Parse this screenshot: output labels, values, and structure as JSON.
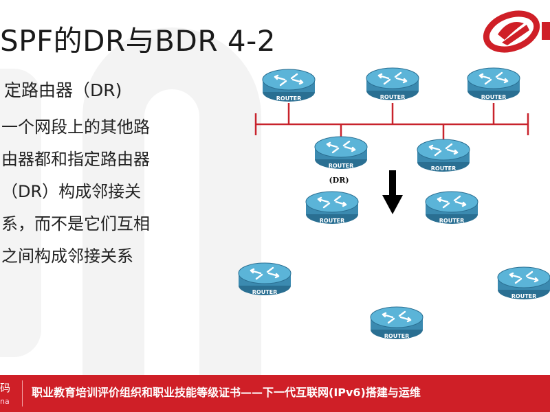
{
  "slide": {
    "title": "SPF的DR与BDR 4-2",
    "subhead": "定路由器（DR)",
    "body_lines": [
      "一个网段上的其他路",
      "由器都和指定路由器",
      "（DR）构成邻接关",
      "系，而不是它们互相",
      "之间构成邻接关系"
    ]
  },
  "diagram": {
    "router_label": "ROUTER",
    "dr_label": "(DR)"
  },
  "footer": {
    "left_line1": "码",
    "left_line2": "na",
    "text": "职业教育培训评价组织和职业技能等级证书——下一代互联网(IPv6)搭建与运维"
  },
  "colors": {
    "accent_red": "#cf1f27",
    "router_blue": "#4aa3c8",
    "router_dark": "#2a6f92",
    "bus_line": "#c8232c"
  },
  "icons": {
    "logo": "brand-logo-icon",
    "router": "router-icon",
    "arrow": "arrow-down-icon"
  }
}
